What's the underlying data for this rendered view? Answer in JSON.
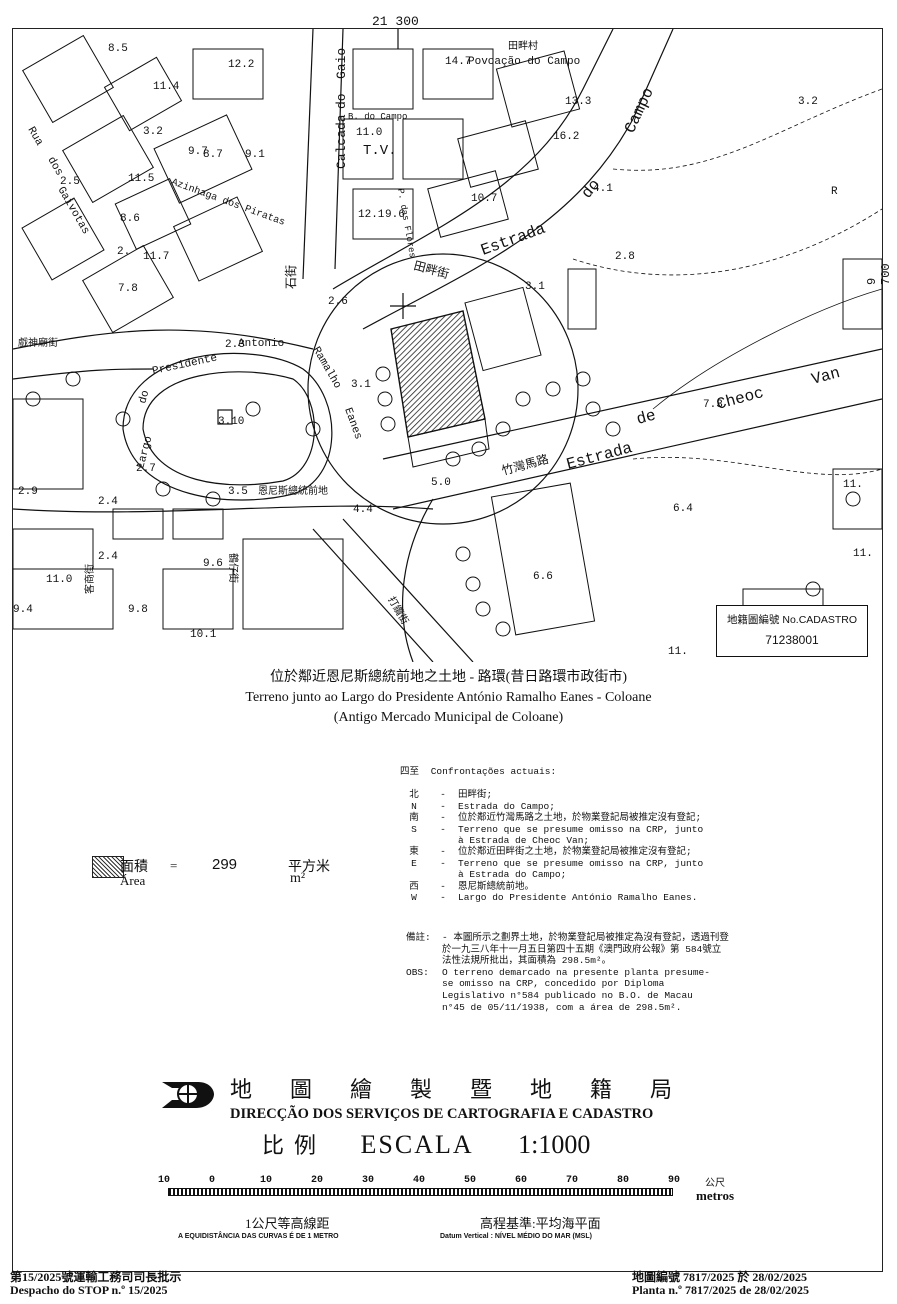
{
  "map": {
    "coord_top": "21 300",
    "coord_right": "9 700",
    "labels": {
      "povoacao": "Povoação do Campo",
      "tianpan_village": "田畔村",
      "estrada_do_campo_1": "Estrada",
      "estrada_do_campo_2": "do",
      "estrada_do_campo_3": "Campo",
      "estrada_cheoc_van_1": "Estrada",
      "estrada_cheoc_van_2": "de",
      "estrada_cheoc_van_3": "Cheoc",
      "estrada_cheoc_van_4": "Van",
      "tianpan_street": "田畔街",
      "zhuwan_road": "竹灣馬路",
      "calcada_1": "Calcada",
      "calcada_2": "do",
      "calcada_3": "Gaio",
      "shigao": "石街",
      "presidente_1": "Presidente",
      "presidente_2": "Antonio",
      "ramalho": "Ramalho",
      "eanes": "Eanes",
      "largo_1": "Largo",
      "largo_2": "do",
      "largo_cjk": "恩尼斯總統前地",
      "rua_1": "Rua",
      "rua_2": "dos",
      "rua_3": "Gaivotas",
      "piratas": "Azinhaga dos Piratas",
      "shen_st": "戲神廟街",
      "p_flores": "P. das Flores",
      "gaio_cjk": "鶴仔街",
      "da_road": "打纜街",
      "ke_street": "客商街",
      "tv": "T.V.",
      "b_campo": "B. do Campo",
      "r_mark": "R"
    },
    "elevations": [
      "8.5",
      "12.2",
      "14.7",
      "13.3",
      "3.2",
      "11.4",
      "3.2",
      "9.7",
      "8.7",
      "9.1",
      "11.0",
      "16.2",
      "2.5",
      "11.5",
      "12.1",
      "9.6",
      "10.7",
      "4.1",
      "8.6",
      "2.",
      "11.7",
      "2.8",
      "7.8",
      "3.1",
      "2.6",
      "2.3",
      "3.10",
      "2.7",
      "3.5",
      "2.9",
      "2.4",
      "4.4",
      "7.3",
      "5.0",
      "6.4",
      "9.6",
      "2.4",
      "11.0",
      "9.4",
      "9.8",
      "10.1",
      "6.6",
      "11.",
      "11.",
      "11.",
      "3.1"
    ],
    "cadastro_label_cn": "地籍圖編號",
    "cadastro_label_pt": "No.CADASTRO",
    "cadastro_number": "71238001"
  },
  "title": {
    "cn": "位於鄰近恩尼斯總統前地之土地 - 路環(昔日路環市政街市)",
    "pt1": "Terreno junto ao Largo do Presidente António Ramalho Eanes - Coloane",
    "pt2": "(Antigo Mercado Municipal de Coloane)"
  },
  "confrontacoes": {
    "heading_cn": "四至",
    "heading_pt": "Confrontações actuais:",
    "rows": [
      {
        "k": "北",
        "t": "田畔街;"
      },
      {
        "k": "N",
        "t": "Estrada do Campo;"
      },
      {
        "k": "南",
        "t": "位於鄰近竹灣馬路之土地，於物業登記局被推定沒有登記;"
      },
      {
        "k": "S",
        "t": "Terreno que se presume omisso na CRP, junto"
      },
      {
        "k": "",
        "t": "à Estrada de Cheoc Van;"
      },
      {
        "k": "東",
        "t": "位於鄰近田畔街之土地，於物業登記局被推定沒有登記;"
      },
      {
        "k": "E",
        "t": "Terreno que se presume omisso na CRP, junto"
      },
      {
        "k": "",
        "t": "à Estrada do Campo;"
      },
      {
        "k": "西",
        "t": "恩尼斯總統前地。"
      },
      {
        "k": "W",
        "t": "Largo do Presidente António Ramalho Eanes."
      }
    ],
    "dash": "-"
  },
  "area": {
    "label_cn": "面積",
    "label_pt": "Área",
    "equals": "=",
    "value": "299",
    "unit_cn": "平方米",
    "unit_pt": "m²"
  },
  "notes": {
    "label_cn": "備註:",
    "text_cn_1": "- 本圖所示之劃界土地，於物業登記局被推定為沒有登記，透過刊登",
    "text_cn_2": "於一九三八年十一月五日第四十五期《澳門政府公報》第 584號立",
    "text_cn_3": "法性法規所批出，其面積為 298.5m²。",
    "label_pt": "OBS:",
    "text_pt_1": "O terreno demarcado na presente planta presume-",
    "text_pt_2": "se omisso na CRP, concedido por Diploma",
    "text_pt_3": "Legislativo n°584 publicado no B.O. de Macau",
    "text_pt_4": "n°45 de 05/11/1938, com a área de 298.5m²."
  },
  "agency": {
    "cn": "地圖繪製暨地籍局",
    "pt": "DIRECÇÃO DOS SERVIÇOS DE CARTOGRAFIA E CADASTRO"
  },
  "scale": {
    "cn": "比例",
    "pt": "ESCALA",
    "ratio": "1:1000",
    "ticks": [
      "10",
      "0",
      "10",
      "20",
      "30",
      "40",
      "50",
      "60",
      "70",
      "80",
      "90"
    ],
    "unit_cn": "公尺",
    "unit_pt": "metros",
    "equidist_cn": "1公尺等高線距",
    "equidist_pt": "A EQUIDISTÂNCIA DAS CURVAS É DE 1 METRO",
    "datum_cn": "高程基準:平均海平面",
    "datum_pt": "Datum Vertical : NÍVEL MÉDIO DO MAR (MSL)"
  },
  "footer": {
    "left_cn": "第15/2025號運輸工務司司長批示",
    "left_pt": "Despacho do STOP n.º 15/2025",
    "right_cn": "地圖編號 7817/2025 於 28/02/2025",
    "right_pt": "Planta n.º 7817/2025 de 28/02/2025"
  }
}
